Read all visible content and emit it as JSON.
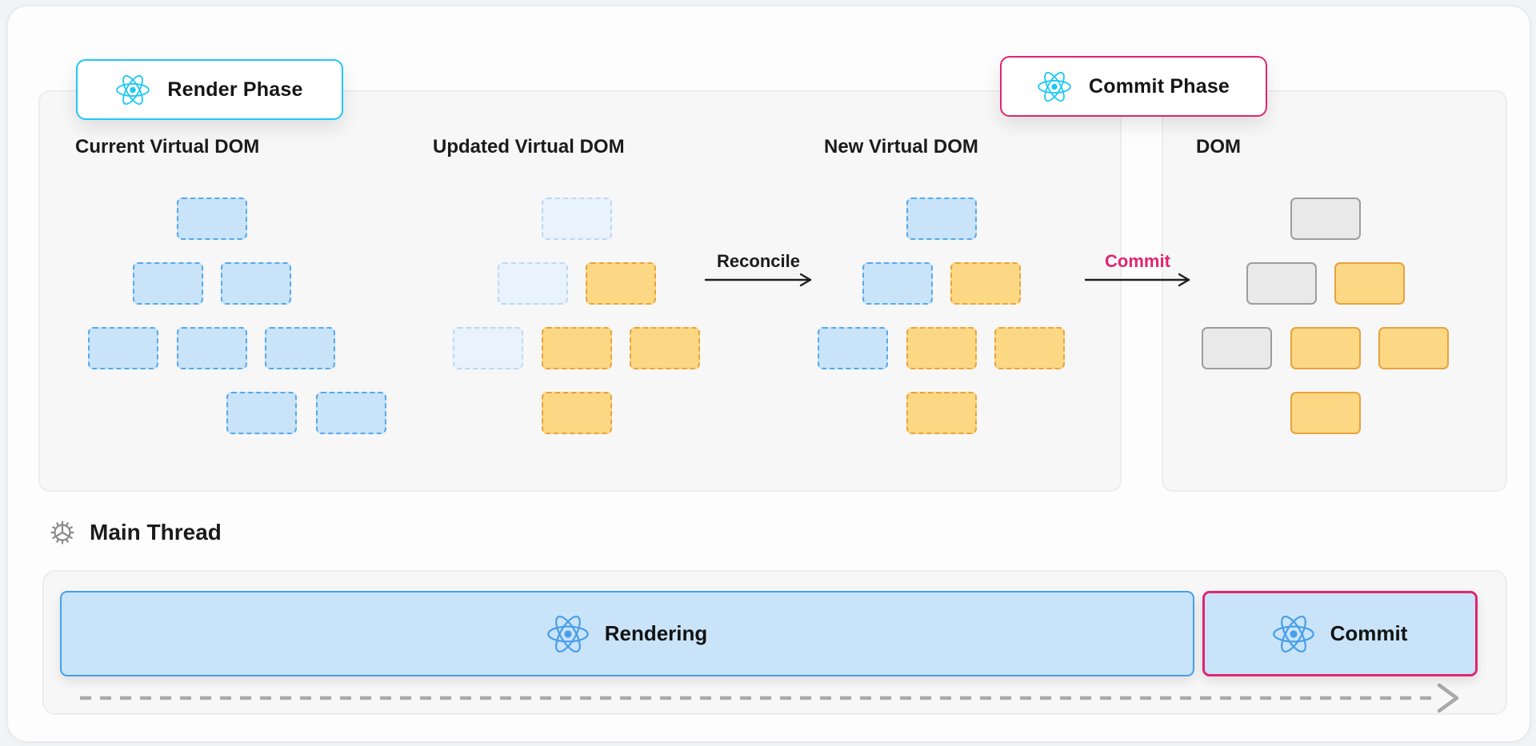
{
  "badges": {
    "render": {
      "label": "Render Phase",
      "icon": "react-logo"
    },
    "commit": {
      "label": "Commit Phase",
      "icon": "react-logo"
    }
  },
  "trees": [
    {
      "title": "Current Virtual DOM",
      "nodes": [
        {
          "slot": "root",
          "type": "blue"
        },
        {
          "slot": "l2a",
          "type": "blue"
        },
        {
          "slot": "l2b",
          "type": "blue"
        },
        {
          "slot": "l3a",
          "type": "blue"
        },
        {
          "slot": "l3b",
          "type": "blue"
        },
        {
          "slot": "l3c",
          "type": "blue"
        },
        {
          "slot": "l4a",
          "type": "blue"
        },
        {
          "slot": "l4b",
          "type": "blue"
        }
      ]
    },
    {
      "title": "Updated Virtual DOM",
      "nodes": [
        {
          "slot": "root",
          "type": "faded"
        },
        {
          "slot": "l2a",
          "type": "faded"
        },
        {
          "slot": "l2b",
          "type": "orange"
        },
        {
          "slot": "l3a",
          "type": "faded"
        },
        {
          "slot": "l3b",
          "type": "orange"
        },
        {
          "slot": "l3c",
          "type": "orange"
        },
        {
          "slot": "l4mid",
          "type": "orange"
        }
      ]
    },
    {
      "title": "New Virtual DOM",
      "nodes": [
        {
          "slot": "root",
          "type": "blue"
        },
        {
          "slot": "l2a",
          "type": "blue"
        },
        {
          "slot": "l2b",
          "type": "orange"
        },
        {
          "slot": "l3a",
          "type": "blue"
        },
        {
          "slot": "l3b",
          "type": "orange"
        },
        {
          "slot": "l3c",
          "type": "orange"
        },
        {
          "slot": "l4mid",
          "type": "orange"
        }
      ]
    },
    {
      "title": "DOM",
      "nodes": [
        {
          "slot": "root",
          "type": "gray"
        },
        {
          "slot": "l2a",
          "type": "gray"
        },
        {
          "slot": "l2b",
          "type": "orange-solid"
        },
        {
          "slot": "l3a",
          "type": "gray"
        },
        {
          "slot": "l3b",
          "type": "orange-solid"
        },
        {
          "slot": "l3c",
          "type": "orange-solid"
        },
        {
          "slot": "l4mid",
          "type": "orange-solid"
        }
      ]
    }
  ],
  "arrows": {
    "reconcile_label": "Reconcile",
    "commit_label": "Commit"
  },
  "main_thread": {
    "label": "Main Thread",
    "icon": "gear"
  },
  "timeline": {
    "rendering_label": "Rendering",
    "commit_label": "Commit"
  },
  "colors": {
    "cyan": "#1ec8f5",
    "pink": "#e0256f",
    "react_blue": "#4a9fe8",
    "node_blue_fill": "#c9e4f9",
    "node_blue_border": "#55a8ed",
    "node_faded_fill": "#e9f2fd",
    "node_faded_border": "#b7d9f6",
    "node_orange_fill": "#fcd784",
    "node_orange_border": "#e7a33d",
    "node_gray_fill": "#e9e9ea",
    "node_gray_border": "#9d9da0",
    "bar_fill": "#c9e4f9",
    "bar_blue_border": "#459fec",
    "arrow_black": "#1f1f1f",
    "dashed_line_gray": "#a9a9a9"
  }
}
